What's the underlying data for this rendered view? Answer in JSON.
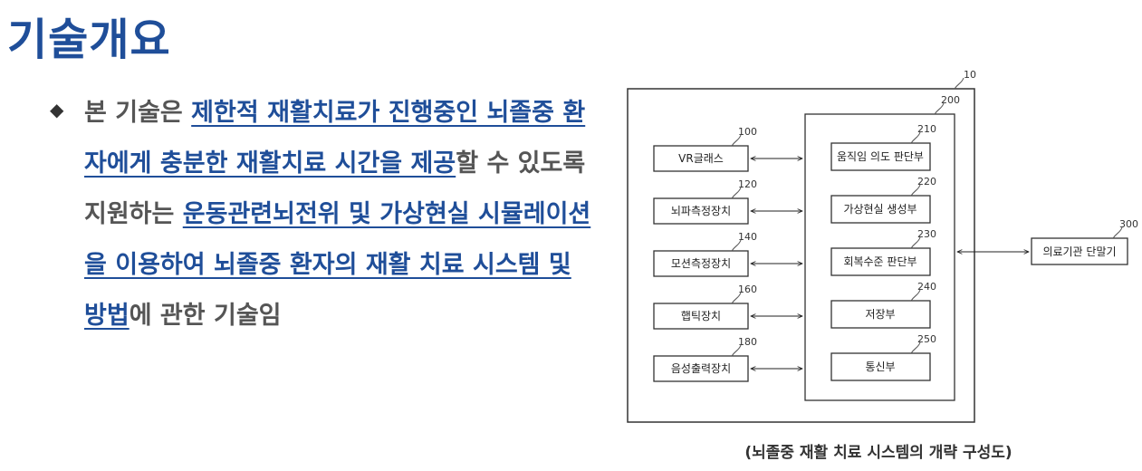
{
  "title": "기술개요",
  "bullet": {
    "icon": "diamond-bullet-icon",
    "segments": [
      {
        "text": "본 기술은 ",
        "hl": false
      },
      {
        "text": "제한적 재활치료가 진행중인 뇌졸중 환자에게 충분한 재활치료 시간을 제공",
        "hl": true
      },
      {
        "text": "할 수 있도록 지원하는 ",
        "hl": false
      },
      {
        "text": "운동관련뇌전위 및 가상현실 시뮬레이션을 이용하여 뇌졸중 환자의 재활 치료 시스템 및 방법",
        "hl": true
      },
      {
        "text": "에 관한 기술임",
        "hl": false
      }
    ]
  },
  "diagram": {
    "system_ref": "10",
    "server_ref": "200",
    "devices": [
      {
        "ref": "100",
        "label": "VR글래스"
      },
      {
        "ref": "120",
        "label": "뇌파측정장치"
      },
      {
        "ref": "140",
        "label": "모션측정장치"
      },
      {
        "ref": "160",
        "label": "햅틱장치"
      },
      {
        "ref": "180",
        "label": "음성출력장치"
      }
    ],
    "modules": [
      {
        "ref": "210",
        "label": "움직임 의도 판단부"
      },
      {
        "ref": "220",
        "label": "가상현실 생성부"
      },
      {
        "ref": "230",
        "label": "회복수준 판단부"
      },
      {
        "ref": "240",
        "label": "저장부"
      },
      {
        "ref": "250",
        "label": "통신부"
      }
    ],
    "external": {
      "ref": "300",
      "label": "의료기관 단말기"
    }
  },
  "caption": "(뇌졸중 재활 치료 시스템의 개략 구성도)"
}
